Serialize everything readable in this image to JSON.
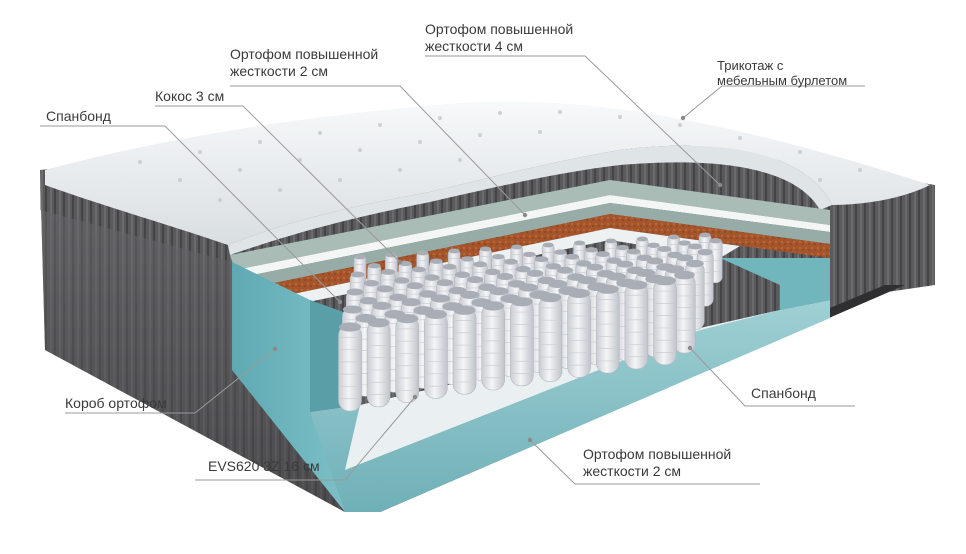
{
  "labels": {
    "ortofom_top_2cm": "Ортофом повышенной\nжесткости 2 см",
    "ortofom_top_4cm": "Ортофом повышенной\nжесткости 4 см",
    "knit": "Трикотаж с\nмебельным бурлетом",
    "coconut": "Кокос 3 см",
    "spunbond_top": "Спанбонд",
    "box": "Короб ортофом",
    "spunbond_bottom": "Спанбонд",
    "springs": "EVS620 3Z 16 см",
    "ortofom_bottom_2cm": "Ортофом повышенной\nжесткости 2 см"
  },
  "colors": {
    "label_text": "#3a3a3a",
    "leader_line": "#9a9a9a",
    "fabric_side": "#5d5d5f",
    "quilted_top": "#eef1f3",
    "foam_green": "#a9bcb6",
    "coconut": "#a4552b",
    "box_foam": "#6cb2ba",
    "spring": "#e6e8ec"
  }
}
